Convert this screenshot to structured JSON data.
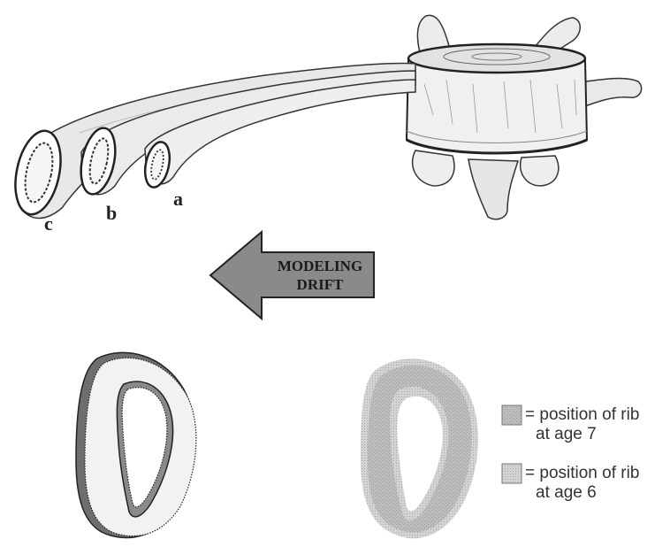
{
  "rib_labels": {
    "a": "a",
    "b": "b",
    "c": "c"
  },
  "arrow": {
    "line1": "MODELING",
    "line2": "DRIFT"
  },
  "legend": {
    "items": [
      {
        "line1": "= position of rib",
        "line2": "at age 7",
        "age": "7",
        "color": "#a8a8a8"
      },
      {
        "line1": "= position of rib",
        "line2": "at age 6",
        "age": "6",
        "color": "#c9c9c9"
      }
    ]
  }
}
